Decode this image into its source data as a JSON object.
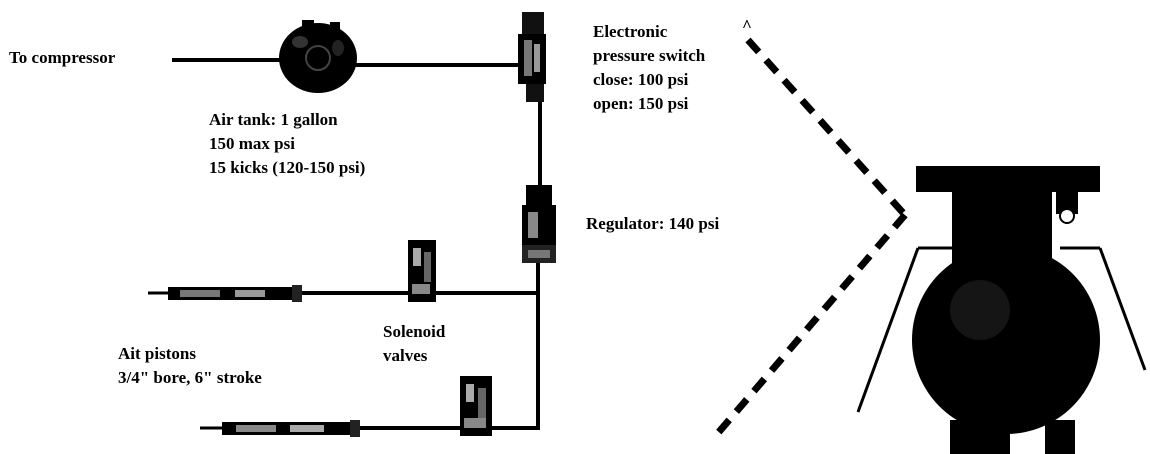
{
  "diagram": {
    "compressor_label": "To compressor",
    "air_tank": [
      "Air tank: 1 gallon",
      "150 max psi",
      "15 kicks (120-150 psi)"
    ],
    "pressure_switch": [
      "Electronic",
      "pressure switch",
      "close: 100 psi",
      "open: 150 psi"
    ],
    "caret_mark": "^",
    "regulator": "Regulator: 140 psi",
    "solenoid": [
      "Solenoid",
      "valves"
    ],
    "pistons": [
      "Ait pistons",
      "3/4\" bore, 6\" stroke"
    ]
  },
  "colors": {
    "ink": "#000000",
    "paper": "#ffffff",
    "grey": "#5a5a5a"
  },
  "icons": {
    "compressor_tank": "air-tank-icon",
    "pressure_switch": "pressure-switch-icon",
    "regulator": "regulator-icon",
    "solenoid": "solenoid-valve-icon",
    "piston": "air-piston-icon",
    "robot": "robot-leg-icon"
  }
}
